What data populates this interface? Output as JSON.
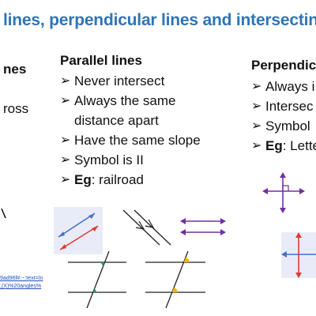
{
  "title": "lines, perpendicular lines and intersecting",
  "left_column": {
    "heading": "nes",
    "fragment": "ross"
  },
  "parallel": {
    "heading": "Parallel lines",
    "bullets": [
      {
        "text": "Never intersect"
      },
      {
        "text": "Always the same",
        "cont": "distance apart"
      },
      {
        "text": "Have the same slope"
      },
      {
        "text": "Symbol is II"
      },
      {
        "bold": "Eg",
        "text": ": railroad"
      }
    ]
  },
  "perpendicular": {
    "heading": "Perpendic",
    "bullets": [
      {
        "text": "Always i"
      },
      {
        "text": "Intersec"
      },
      {
        "text": "Symbol"
      },
      {
        "bold": "Eg",
        "text": ": Lette"
      }
    ]
  },
  "links": {
    "line1": "9ad96f#:~:text=In",
    "line2": ",(X)%20angles%"
  },
  "icons": {
    "bullet": "right-arrow-icon"
  },
  "colors": {
    "title": "#2e75b6",
    "blue_line": "#4472c4",
    "red_line": "#e03c31",
    "purple_line": "#7030a0",
    "angle_green": "#1f9e6e",
    "angle_gold": "#f0b400",
    "figure_bg": "#e9ecf8"
  }
}
